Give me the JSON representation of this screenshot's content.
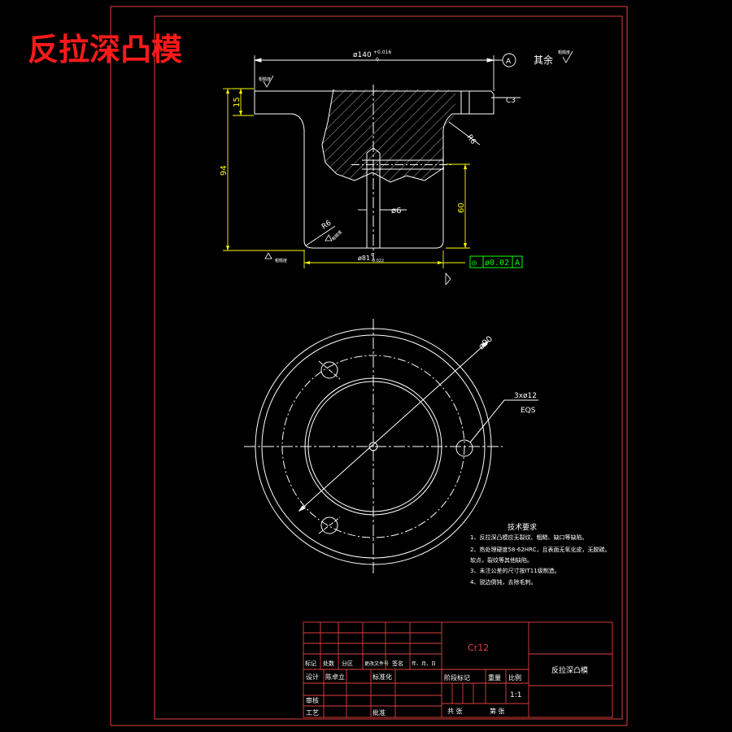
{
  "drawing_title": "反拉深凸模",
  "top_view": {
    "dim_flange_diameter": "ø140",
    "tol_upper": "+0.016",
    "tol_lower": "0",
    "datum_label": "A",
    "default_finish": "其余",
    "finish_top": "粗糙度",
    "finish_bottom": "粗糙度",
    "finish_right": "粗糙度",
    "finish_left": "粗糙度",
    "dim_flange_thickness": "15",
    "dim_total_height": "94",
    "dim_hole_depth": "60",
    "dim_small_hole": "ø6",
    "dim_body_diameter": "ø81",
    "body_tol_upper": "0",
    "body_tol_lower": "-0.022",
    "radius_upper": "R6",
    "radius_lower": "R6",
    "chamfer": "C3",
    "gdt": {
      "symbol": "◎",
      "value": "ø0.02",
      "datum": "A"
    }
  },
  "plan_view": {
    "dim_bolt_circle": "ø90",
    "hole_callout": "3xø12",
    "hole_spacing": "EQS"
  },
  "technical_requirements": {
    "heading": "技术要求",
    "items": [
      "1、反拉深凸模应无裂纹、粗糙、缺口等缺陷。",
      "2、热处理硬度58-62HRC，且表面无氧化皮，无脱碳。",
      "    软点，裂纹等其他缺陷。",
      "3、未注公差的尺寸按IT11级制造。",
      "4、锐边倒钝，去除毛刺。"
    ]
  },
  "title_block": {
    "material": "Cr12",
    "part_name": "反拉深凸模",
    "scale": "1:1",
    "header_labels": [
      "标记",
      "处数",
      "分区",
      "更改文件号",
      "签名",
      "年、月、日"
    ],
    "design_label": "设计",
    "design_name": "陈卓立",
    "standardization": "标准化",
    "review": "审核",
    "process": "工艺",
    "approve": "批准",
    "stage_labels": [
      "阶段标记",
      "重量",
      "比例"
    ],
    "sheets_total": "共 张",
    "sheet_no": "第 张"
  }
}
